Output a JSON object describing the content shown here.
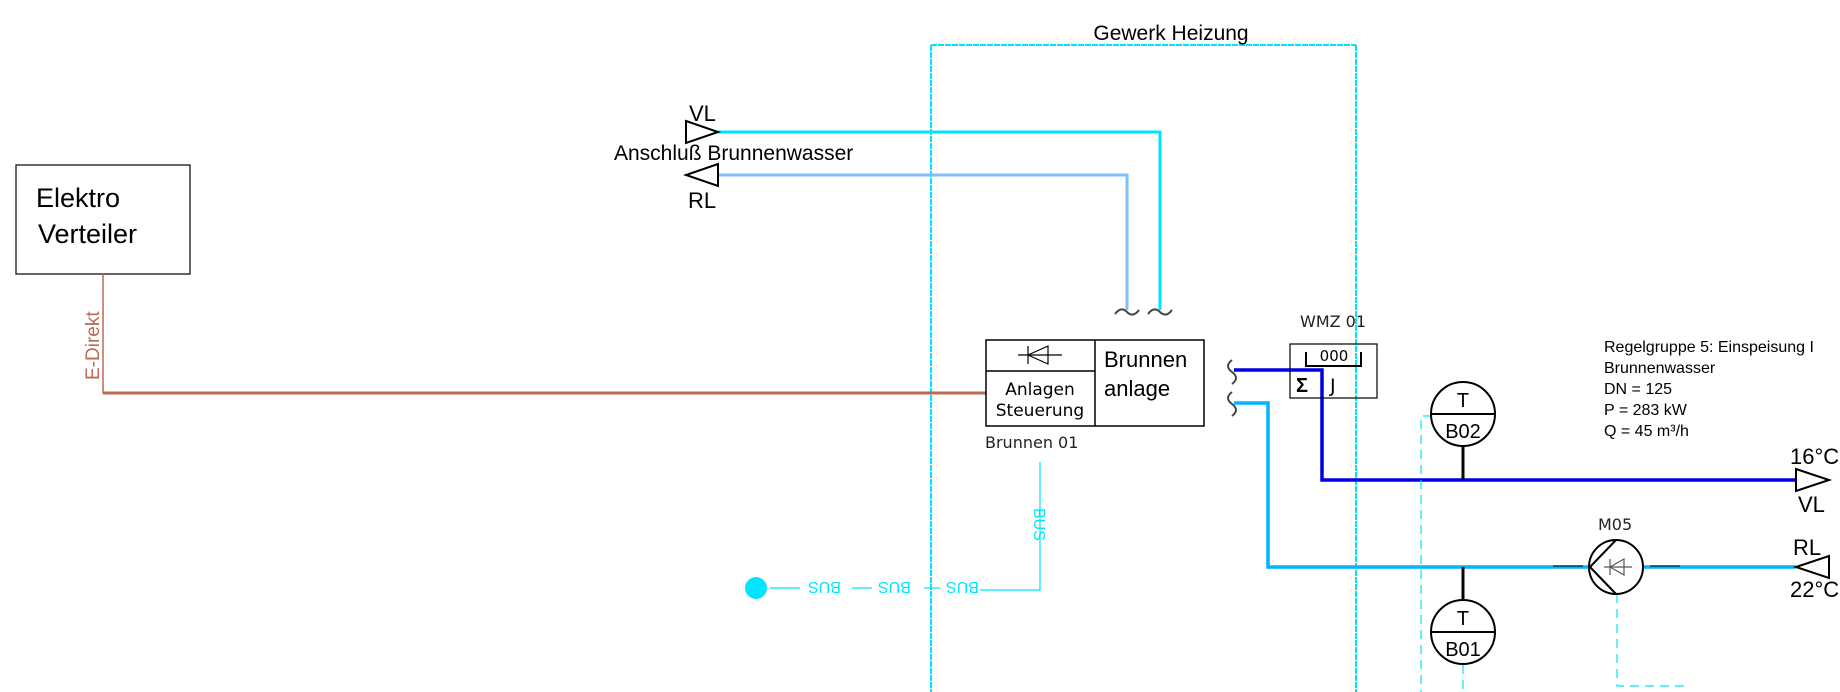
{
  "title": "Gewerk Heizung",
  "colors": {
    "supply_well": "#00e5ff",
    "return_well": "#7fbfff",
    "supply_out": "#0000e0",
    "return_out": "#00b4ff",
    "electric": "#b86a55",
    "bus": "#00e5ff",
    "frame": "#00e5ff"
  },
  "electro_box": {
    "line1": "Elektro",
    "line2": "Verteiler"
  },
  "electric_label": "E-Direkt",
  "connection": {
    "label": "Anschluß Brunnenwasser",
    "supply_label": "VL",
    "return_label": "RL"
  },
  "well_unit": {
    "control_line1": "Anlagen",
    "control_line2": "Steuerung",
    "plant_line1": "Brunnen",
    "plant_line2": "anlage",
    "tag": "Brunnen  01"
  },
  "bus_labels": [
    "BUS",
    "BUS",
    "BUS",
    "BUS"
  ],
  "heat_meter": {
    "tag": "WMZ  01",
    "counter": "000",
    "sum_symbol": "Σ",
    "unit_symbol": "J"
  },
  "sensors": [
    {
      "type": "T",
      "tag": "B02"
    },
    {
      "type": "T",
      "tag": "B01"
    }
  ],
  "pump": {
    "tag": "M05"
  },
  "control_group": {
    "line1": "Regelgruppe 5: Einspeisung I",
    "line2": "Brunnenwasser",
    "line3": "DN = 125",
    "line4": "P  = 283 kW",
    "line5": "Q = 45 m³/h"
  },
  "outlet_supply": {
    "temp": "16°C",
    "label": "VL"
  },
  "outlet_return": {
    "temp": "22°C",
    "label": "RL"
  }
}
